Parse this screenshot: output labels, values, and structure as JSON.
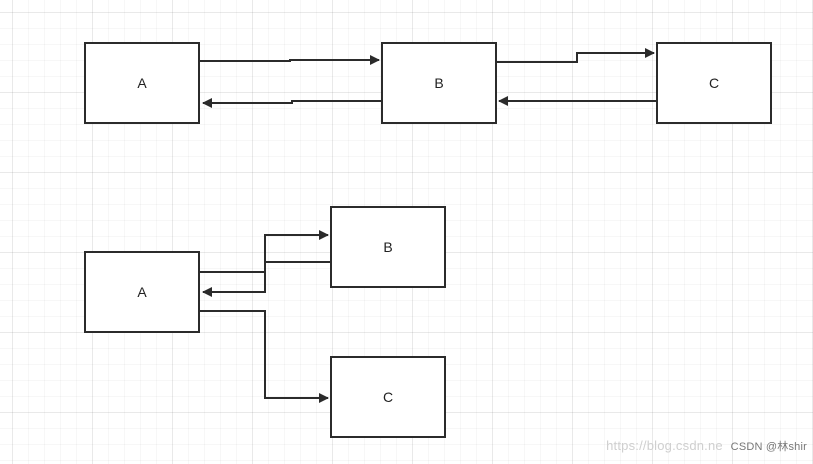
{
  "diagram": {
    "top": {
      "nodes": {
        "a": "A",
        "b": "B",
        "c": "C"
      }
    },
    "bottom": {
      "nodes": {
        "a": "A",
        "b": "B",
        "c": "C"
      }
    }
  },
  "watermark": {
    "site": "https://blog.csdn.ne",
    "brand": "CSDN @林shir"
  },
  "colors": {
    "stroke": "#2b2b2b",
    "grid": "#e6e6e6"
  }
}
